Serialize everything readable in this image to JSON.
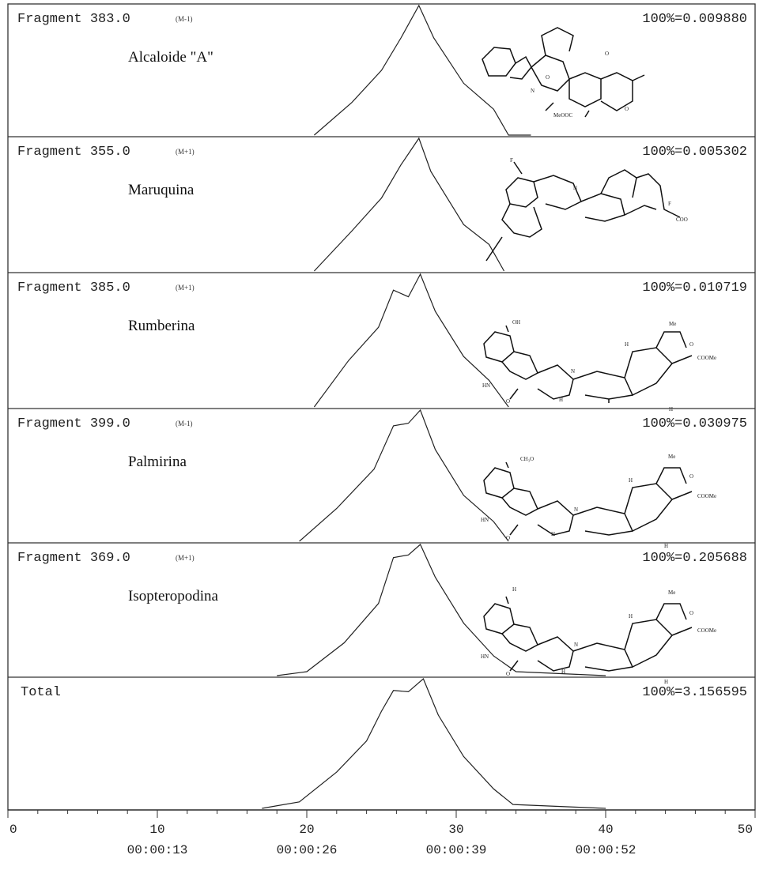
{
  "chart_data": {
    "type": "line",
    "x_axis": {
      "range": [
        0,
        50
      ],
      "ticks": [
        0,
        10,
        20,
        30,
        40,
        50
      ],
      "tick_labels": [
        "0",
        "10",
        "20",
        "30",
        "40",
        "50"
      ],
      "time_labels": [
        "00:00:13",
        "00:00:26",
        "00:00:39",
        "00:00:52"
      ],
      "time_label_positions": [
        10,
        20,
        30,
        40
      ]
    },
    "y_axis": {
      "range": [
        0,
        100
      ]
    },
    "panels": [
      {
        "fragment_label": "Fragment 383.0",
        "ion": "(M-1)",
        "compound": "Alcaloide \"A\"",
        "scale_label": "100%=0.009880",
        "structure_labels": [
          "N",
          "O",
          "O",
          "O",
          "MeOOC"
        ],
        "x": [
          20.5,
          23,
          25,
          26.3,
          27.5,
          28.5,
          30.5,
          32.5,
          33.5,
          35
        ],
        "y": [
          0,
          25,
          50,
          75,
          100,
          75,
          40,
          20,
          0,
          0
        ]
      },
      {
        "fragment_label": "Fragment 355.0",
        "ion": "(M+1)",
        "compound": "Maruquina",
        "scale_label": "100%=0.005302",
        "structure_labels": [
          "F",
          "N",
          "F",
          "COO"
        ],
        "x": [
          20.5,
          23,
          25,
          26.3,
          27.5,
          28.3,
          30.5,
          32.2,
          33.2
        ],
        "y": [
          0,
          30,
          55,
          80,
          100,
          75,
          35,
          20,
          0
        ]
      },
      {
        "fragment_label": "Fragment 385.0",
        "ion": "(M+1)",
        "compound": "Rumberina",
        "scale_label": "100%=0.010719",
        "structure_labels": [
          "OH",
          "Me",
          "H",
          "O",
          "N",
          "HN",
          "O",
          "H",
          "H",
          "COOMe"
        ],
        "x": [
          20.5,
          22.8,
          24.8,
          25.8,
          26.8,
          27.6,
          28.6,
          30.5,
          32.2,
          33.5
        ],
        "y": [
          0,
          35,
          60,
          88,
          83,
          100,
          72,
          38,
          20,
          0
        ]
      },
      {
        "fragment_label": "Fragment 399.0",
        "ion": "(M-1)",
        "compound": "Palmirina",
        "scale_label": "100%=0.030975",
        "structure_labels": [
          "CH₃O",
          "Me",
          "H",
          "O",
          "N",
          "HN",
          "O",
          "H",
          "H",
          "COOMe"
        ],
        "x": [
          19.5,
          22,
          24.5,
          25.8,
          26.8,
          27.6,
          28.6,
          30.5,
          32.5,
          33.5
        ],
        "y": [
          0,
          25,
          55,
          88,
          90,
          100,
          70,
          35,
          15,
          0
        ]
      },
      {
        "fragment_label": "Fragment 369.0",
        "ion": "(M+1)",
        "compound": "Isopteropodina",
        "scale_label": "100%=0.205688",
        "structure_labels": [
          "H",
          "Me",
          "H",
          "O",
          "N",
          "HN",
          "O",
          "H",
          "H",
          "COOMe"
        ],
        "x": [
          18,
          20,
          22.5,
          24.8,
          25.8,
          26.8,
          27.6,
          28.6,
          30.5,
          32.5,
          34,
          40
        ],
        "y": [
          0,
          3,
          25,
          55,
          90,
          92,
          100,
          75,
          40,
          15,
          3,
          0
        ]
      },
      {
        "fragment_label": "Total",
        "ion": "",
        "compound": "",
        "scale_label": "100%=3.156595",
        "structure_labels": [],
        "x": [
          17,
          19.5,
          22,
          24,
          25,
          25.8,
          26.8,
          27.8,
          28.8,
          30.5,
          32.5,
          33.8,
          40
        ],
        "y": [
          0,
          5,
          28,
          52,
          75,
          91,
          90,
          100,
          72,
          40,
          15,
          3,
          0
        ]
      }
    ]
  }
}
